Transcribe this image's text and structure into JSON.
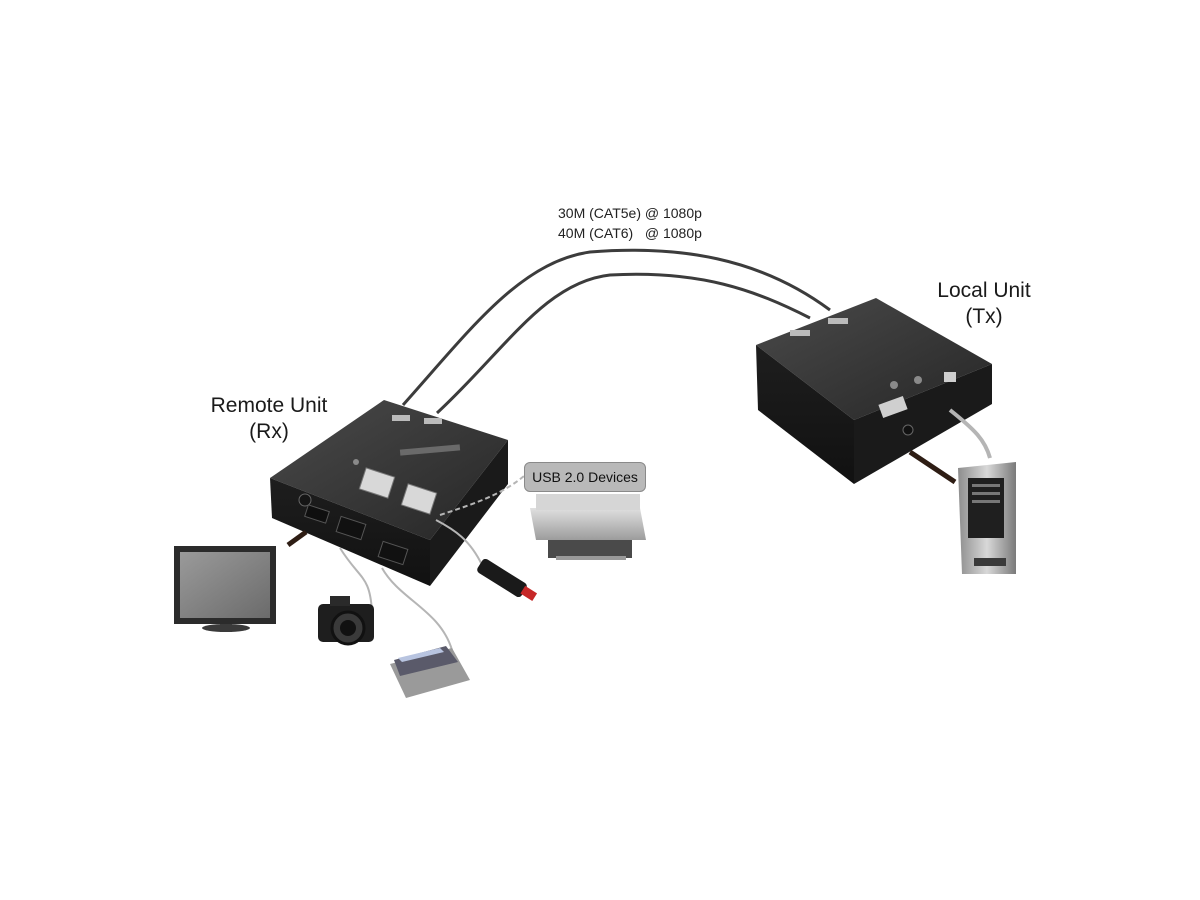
{
  "cable": {
    "line1": "30M (CAT5e) @ 1080p",
    "line2": "40M (CAT6)   @ 1080p"
  },
  "remote_unit": {
    "line1": "Remote Unit",
    "line2": "(Rx)"
  },
  "local_unit": {
    "line1": "Local Unit",
    "line2": "(Tx)"
  },
  "usb_devices_label": "USB 2.0 Devices",
  "colors": {
    "device_body": "#2b2b2b",
    "device_top": "#3a3a3a",
    "cable": "#3c3c3c",
    "usb_cable": "#b5b5b5",
    "tag_bg": "#b9b9b9"
  }
}
